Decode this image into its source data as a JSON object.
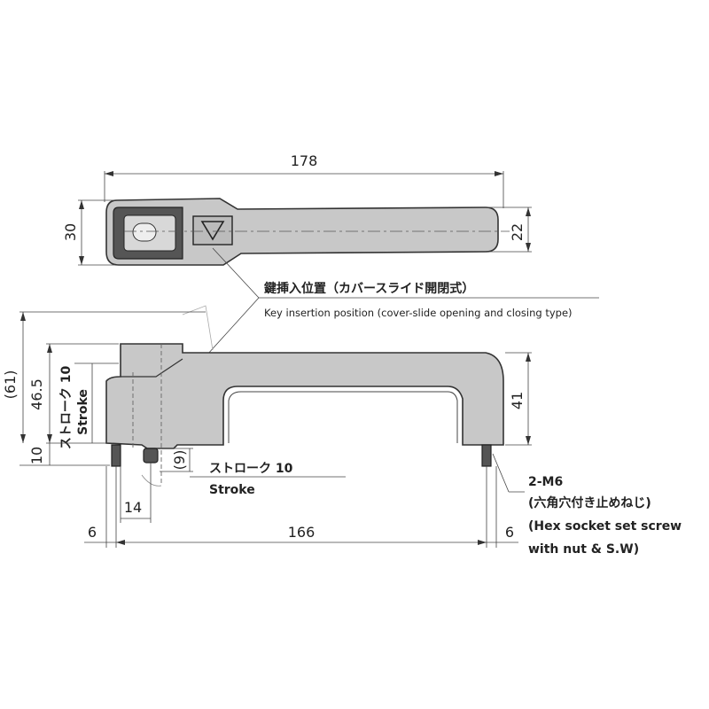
{
  "top_view": {
    "overall_length": "178",
    "width_left": "30",
    "width_right": "22"
  },
  "callout_key": {
    "label_jp": "鍵挿入位置（カバースライド開閉式）",
    "label_en": "Key insertion position (cover-slide opening and closing type)"
  },
  "side_view": {
    "total_height": "(61)",
    "upper_height": "46.5",
    "stroke_vertical_jp": "ストローク 10",
    "stroke_vertical_en": "Stroke",
    "base_height": "10",
    "handle_height": "41",
    "plunger_height": "(9)",
    "stroke_label_jp": "ストローク 10",
    "stroke_label_en": "Stroke",
    "plunger_offset": "14",
    "left_margin": "6",
    "pitch": "166",
    "right_margin": "6"
  },
  "callout_screw": {
    "size": "2-M6",
    "desc_jp": "(六角穴付き止めねじ)",
    "desc_en_1": "(Hex socket set screw",
    "desc_en_2": "with nut & S.W)"
  }
}
